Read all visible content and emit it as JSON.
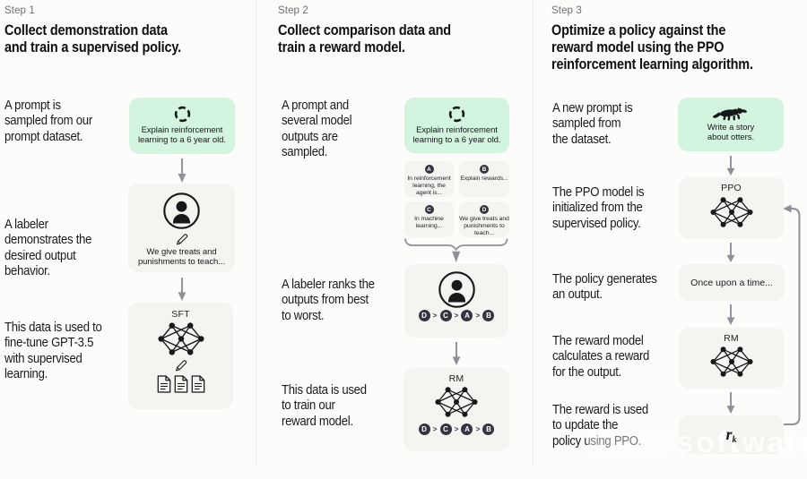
{
  "columns": [
    {
      "step": "Step 1",
      "heading": "Collect demonstration data\nand train a supervised policy.",
      "annotations": [
        "A prompt is\nsampled from our\nprompt dataset.",
        "A labeler\ndemonstrates the\ndesired output\nbehavior.",
        "This data is used to\nfine-tune GPT-3.5\nwith supervised\nlearning."
      ],
      "prompt_box": {
        "icon": "cycle-icon",
        "text": "Explain reinforcement\nlearning to a 6 year old."
      },
      "labeler_box": {
        "icons": [
          "person-icon",
          "pencil-icon"
        ],
        "text": "We give treats and\npunishments to teach..."
      },
      "sft_box": {
        "label": "SFT",
        "icons": [
          "neural-network-icon",
          "pencil-icon",
          "documents-icon"
        ]
      }
    },
    {
      "step": "Step 2",
      "heading": "Collect comparison data and\ntrain a reward model.",
      "annotations": [
        "A prompt and\nseveral model\noutputs are\nsampled.",
        "A labeler ranks the\noutputs from best\nto worst.",
        "This data is used\nto train our\nreward model."
      ],
      "prompt_box": {
        "icon": "cycle-icon",
        "text": "Explain reinforcement\nlearning to a 6 year old."
      },
      "answers": [
        {
          "letter": "A",
          "text": "In reinforcement\nlearning, the\nagent is..."
        },
        {
          "letter": "B",
          "text": "Explain rewards..."
        },
        {
          "letter": "C",
          "text": "In machine\nlearning..."
        },
        {
          "letter": "D",
          "text": "We give treats and\npunishments to\nteach..."
        }
      ],
      "labeler_box": {
        "icon": "person-icon"
      },
      "rm_box": {
        "label": "RM",
        "icon": "neural-network-icon"
      }
    },
    {
      "step": "Step 3",
      "heading": "Optimize a policy against the\nreward model using the PPO\nreinforcement learning algorithm.",
      "annotations": [
        "A new prompt is\nsampled from\nthe dataset.",
        "The PPO model is\ninitialized from the\nsupervised policy.",
        "The policy generates\nan output.",
        "The reward model\ncalculates a reward\nfor the output.",
        "The reward is used\nto update the\npolicy using PPO."
      ],
      "prompt_box": {
        "icon": "otter-icon",
        "text": "Write a story\nabout otters."
      },
      "ppo_box": {
        "label": "PPO",
        "icon": "neural-network-icon"
      },
      "output_box": {
        "text": "Once upon a time..."
      },
      "rm_box": {
        "label": "RM",
        "icon": "neural-network-icon"
      },
      "reward_box": {
        "base": "r",
        "sub": "k"
      }
    }
  ],
  "ranking": {
    "order": [
      "D",
      "C",
      "A",
      "B"
    ],
    "separator": ">"
  },
  "watermark": {
    "text": "software"
  },
  "colors": {
    "prompt_box_green": "#d5f4e1",
    "node_box_gray": "#f4f4f1",
    "letter_circle": "#343541",
    "arrow_gray": "#8f8f9a",
    "heading_text": "#101010",
    "step_text": "#6e6e73"
  }
}
